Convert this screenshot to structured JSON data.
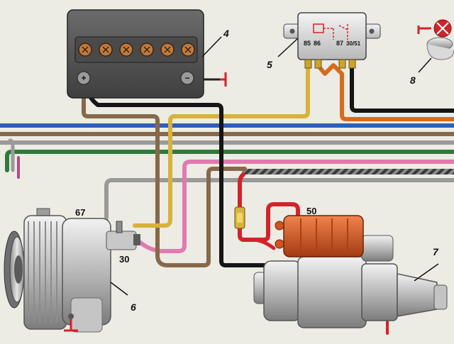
{
  "callouts": {
    "battery": "4",
    "relay": "5",
    "lamp": "8",
    "alternator": "6",
    "starter": "7"
  },
  "terminals": {
    "alt_67": "67",
    "alt_30": "30",
    "starter_50": "50",
    "relay_85": "85",
    "relay_86": "86",
    "relay_87": "87",
    "relay_30_51": "30/51"
  },
  "battery_symbols": {
    "plus": "+",
    "minus": "−"
  },
  "colors": {
    "background": "#ecebe4",
    "wire_blue": "#2f5fb8",
    "wire_brown": "#86684a",
    "wire_gray": "#9a9a9a",
    "wire_green": "#2e7a3c",
    "wire_pink": "#e07ab0",
    "wire_yellow": "#d8b23a",
    "wire_orange": "#d86a1e",
    "wire_red": "#d3232a",
    "wire_black": "#151515",
    "starter_solenoid": "#d4531f",
    "ground_mark": "#d3232a"
  }
}
